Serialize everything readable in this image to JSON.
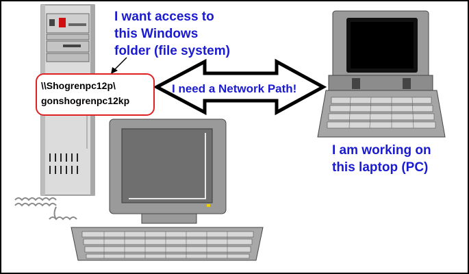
{
  "labels": {
    "target_folder": [
      "I want access to",
      "this Windows",
      "folder (file system)"
    ],
    "network_path_label": "I need a Network Path!",
    "unc_path": [
      "\\\\Shogrenpc12p\\",
      "gonshogrenpc12kp"
    ],
    "laptop_label": [
      "I am working on",
      "this laptop (PC)"
    ]
  },
  "colors": {
    "label_text": "#1a1ad0",
    "highlight_border": "#e02020",
    "device_gray": "#9a9a9a"
  },
  "icons": [
    "tower-server",
    "crt-monitor",
    "keyboard",
    "laptop",
    "double-arrow"
  ]
}
